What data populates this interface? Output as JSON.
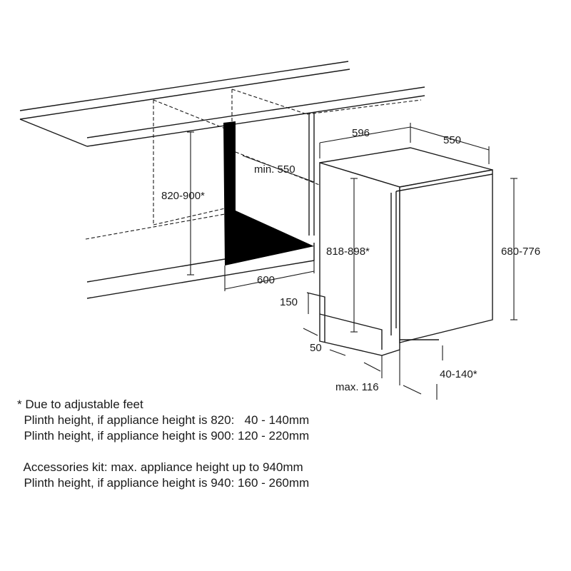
{
  "labels": {
    "height_cabinet": "820-900*",
    "min_depth": "min. 550",
    "niche_width": "600",
    "appliance_width": "596",
    "appliance_depth": "550",
    "appliance_height": "818-898*",
    "panel_height": "680-776",
    "plinth_cut": "150",
    "plinth_depth": "50",
    "door_overhang": "max. 116",
    "plinth_range": "40-140*"
  },
  "notes": {
    "line1": "* Due to adjustable feet",
    "line2": "  Plinth height, if appliance height is 820:   40 - 140mm",
    "line3": "  Plinth height, if appliance height is 900: 120 - 220mm",
    "line4": "  Accessories kit: max. appliance height up to 940mm",
    "line5": "  Plinth height, if appliance height is 940: 160 - 260mm"
  }
}
